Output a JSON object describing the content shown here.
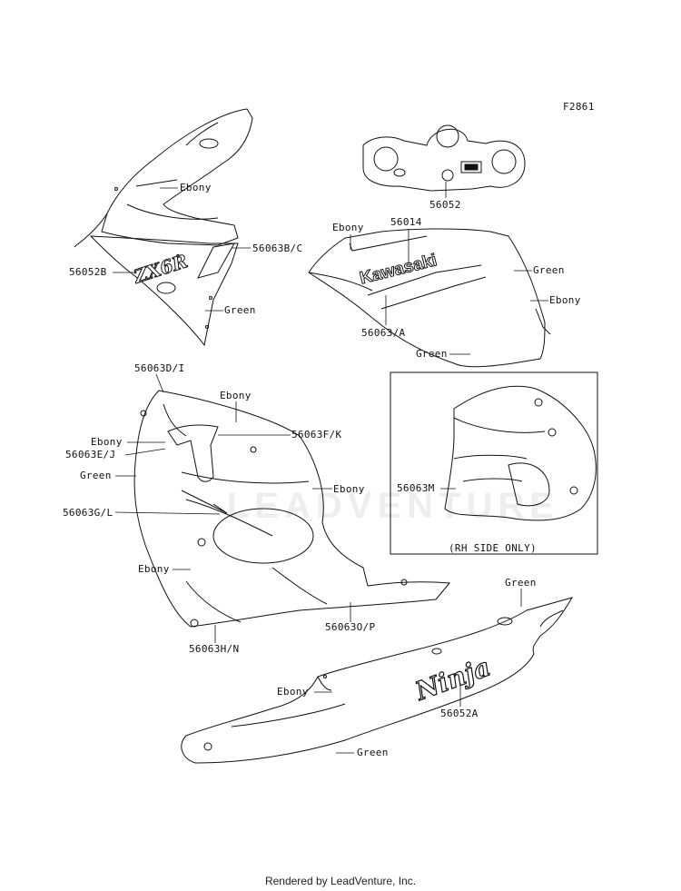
{
  "figure_code": "F2861",
  "watermark": "LEADVENTURE",
  "footer": "Rendered by LeadVenture, Inc.",
  "rh_side_note": "(RH SIDE ONLY)",
  "callouts": {
    "c1": "Ebony",
    "c2": "56063B/C",
    "c3": "56052B",
    "c4": "Green",
    "c5": "56052",
    "c6": "Ebony",
    "c7": "56014",
    "c8": "Green",
    "c9": "Ebony",
    "c10": "56063/A",
    "c11": "Green",
    "c12": "56063D/I",
    "c13": "Ebony",
    "c14": "Ebony",
    "c15": "56063E/J",
    "c16": "56063F/K",
    "c17": "Green",
    "c18": "Ebony",
    "c19": "56063G/L",
    "c20": "Ebony",
    "c21": "56063O/P",
    "c22": "56063H/N",
    "c23": "56063M",
    "c24": "Green",
    "c25": "Ebony",
    "c26": "56052A",
    "c27": "Green"
  },
  "decal_texts": {
    "zx6r": "ZX6R",
    "kawasaki": "Kawasaki",
    "ninja": "Ninja"
  }
}
